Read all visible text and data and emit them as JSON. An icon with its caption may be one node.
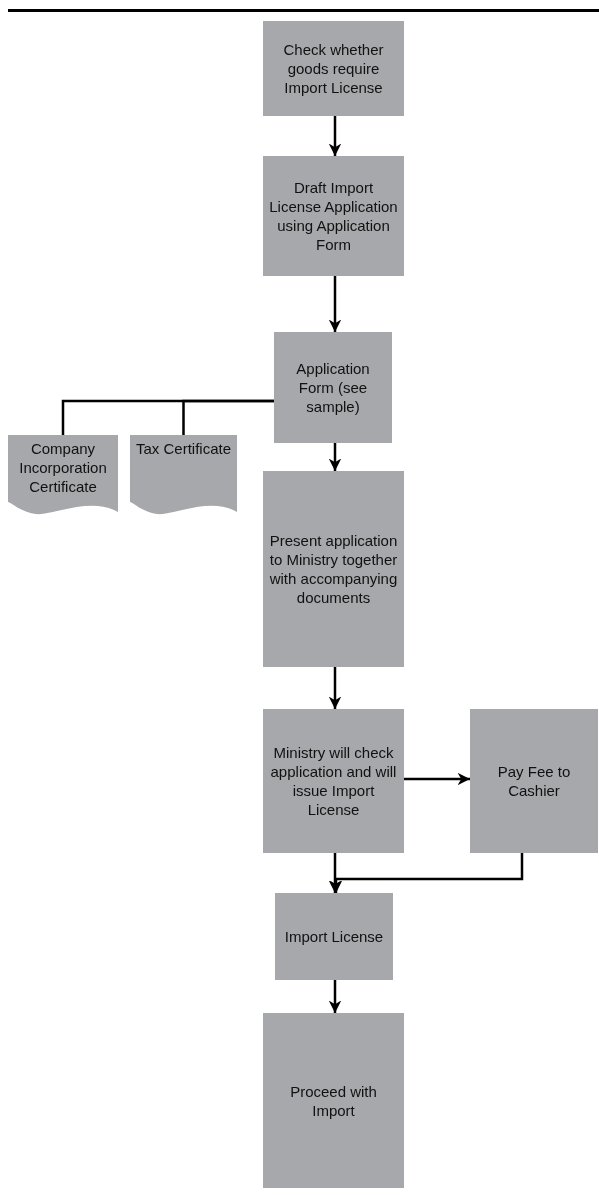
{
  "diagram": {
    "nodes": [
      {
        "text": [
          "Check whether goods require Import License"
        ]
      },
      {
        "text": [
          "Draft Import License Application using Application Form"
        ]
      },
      {
        "text": [
          "Application Form (see sample)"
        ]
      },
      {
        "text": [
          "Company Incorporation Certificate"
        ]
      },
      {
        "text": [
          "Tax Certificate"
        ]
      },
      {
        "text": [
          "Present application to Ministry together with accompanying documents"
        ]
      },
      {
        "text": [
          "Ministry will check application and will issue Import License"
        ]
      },
      {
        "text": [
          "Pay Fee to Cashier"
        ]
      },
      {
        "text": [
          "Import License"
        ]
      },
      {
        "text": [
          "Proceed with Import"
        ]
      }
    ],
    "edges": [
      {
        "from": 0,
        "to": 1,
        "arrow": "to"
      },
      {
        "from": 1,
        "to": 2,
        "arrow": "to"
      },
      {
        "from": 2,
        "to": 3,
        "arrow": "none"
      },
      {
        "from": 2,
        "to": 4,
        "arrow": "none"
      },
      {
        "from": 2,
        "to": 5,
        "arrow": "to"
      },
      {
        "from": 5,
        "to": 6,
        "arrow": "to"
      },
      {
        "from": 6,
        "to": 7,
        "arrow": "to"
      },
      {
        "from": 6,
        "to": 8,
        "arrow": "to"
      },
      {
        "from": 7,
        "to": 8,
        "arrow": "to"
      },
      {
        "from": 8,
        "to": 9,
        "arrow": "to"
      }
    ]
  }
}
